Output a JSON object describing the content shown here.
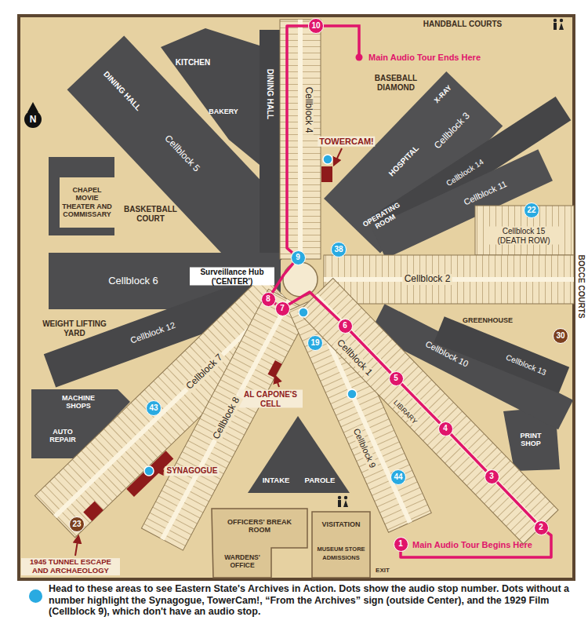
{
  "diagram": {
    "nodes": [
      {
        "text": [
          "10"
        ]
      },
      {
        "text": [
          "22"
        ]
      },
      {
        "text": [
          "38"
        ]
      },
      {
        "text": [
          "9"
        ]
      },
      {
        "text": [
          "8"
        ]
      },
      {
        "text": [
          "7"
        ]
      },
      {
        "text": [
          "6"
        ]
      },
      {
        "text": [
          "30"
        ]
      },
      {
        "text": [
          "19"
        ]
      },
      {
        "text": [
          "5"
        ]
      },
      {
        "text": [
          "43"
        ]
      },
      {
        "text": [
          "4"
        ]
      },
      {
        "text": [
          "3"
        ]
      },
      {
        "text": [
          "44"
        ]
      },
      {
        "text": [
          "23"
        ]
      },
      {
        "text": [
          "2"
        ]
      },
      {
        "text": [
          "1"
        ]
      }
    ],
    "edges": [
      {
        "from": 16,
        "to": 15,
        "arrow": "none"
      },
      {
        "from": 15,
        "to": 12,
        "arrow": "none"
      },
      {
        "from": 12,
        "to": 11,
        "arrow": "none"
      },
      {
        "from": 11,
        "to": 9,
        "arrow": "none"
      },
      {
        "from": 9,
        "to": 6,
        "arrow": "none"
      },
      {
        "from": 6,
        "to": 5,
        "arrow": "none"
      },
      {
        "from": 5,
        "to": 4,
        "arrow": "none"
      },
      {
        "from": 4,
        "to": 3,
        "arrow": "none"
      },
      {
        "from": 3,
        "to": 0,
        "arrow": "none"
      }
    ],
    "labels": [
      "HANDBALL COURTS",
      "N",
      "KITCHEN",
      "Main Audio Tour Ends Here",
      "DINING HALL",
      "BASEBALL DIAMOND",
      "DINING HALL",
      "X-RAY",
      "BAKERY",
      "Cellblock 3",
      "TOWERCAM!",
      "Cellblock 4",
      "HOSPITAL",
      "Cellblock 5",
      "Cellblock 14",
      "Cellblock 11",
      "CHAPEL MOVIE THEATER AND COMMISSARY",
      "BASKETBALL COURT",
      "OPERATING ROOM",
      "Cellblock 15 (DEATH ROW)",
      "Surveillance Hub ('CENTER')",
      "Cellblock 6",
      "Cellblock 2",
      "BOCCE COURTS",
      "GREENHOUSE",
      "WEIGHT LIFTING YARD",
      "Cellblock 12",
      "Cellblock 10",
      "Cellblock 1",
      "Cellblock 13",
      "Cellblock 7",
      "AL CAPONE'S CELL",
      "MACHINE SHOPS",
      "LIBRARY",
      "Cellblock 8",
      "Cellblock 9",
      "AUTO REPAIR",
      "PRINT SHOP",
      "SYNAGOGUE",
      "INTAKE",
      "PAROLE",
      "OFFICERS' BREAK ROOM",
      "VISITATION",
      "Main Audio Tour Begins Here",
      "WARDENS' OFFICE",
      "MUSEUM STORE",
      "ADMISSIONS",
      "1945 TUNNEL ESCAPE AND ARCHAEOLOGY",
      "EXIT"
    ],
    "legend": [
      {
        "text": "Head to these areas to see Eastern State's Archives in Action. Dots show the audio stop number. Dots without a number highlight the Synagogue, TowerCam!, “From the Archives” sign (outside Center), and the 1929 Film (Cellblock 9), which don't have an audio stop.",
        "color": "#29aae1"
      }
    ]
  }
}
